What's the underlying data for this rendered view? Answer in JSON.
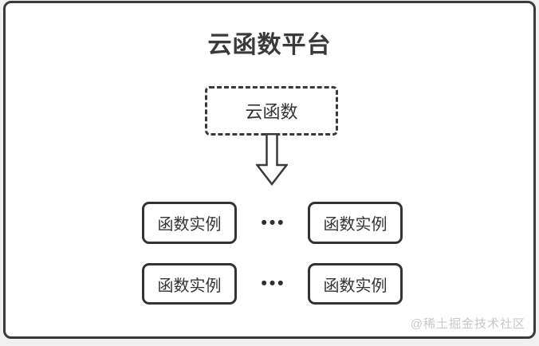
{
  "colors": {
    "page_background": "#f1f1f1",
    "surface": "#ffffff",
    "line": "#3a3a3a",
    "text": "#333333",
    "watermark_text": "#c7c7c7"
  },
  "diagram": {
    "title": "云函数平台",
    "cloud_function": {
      "label": "云函数"
    },
    "arrow_icon": "down-arrow",
    "instance_rows": [
      {
        "left": "函数实例",
        "ellipsis": "•••",
        "right": "函数实例"
      },
      {
        "left": "函数实例",
        "ellipsis": "•••",
        "right": "函数实例"
      }
    ],
    "watermark": "@稀土掘金技术社区"
  }
}
